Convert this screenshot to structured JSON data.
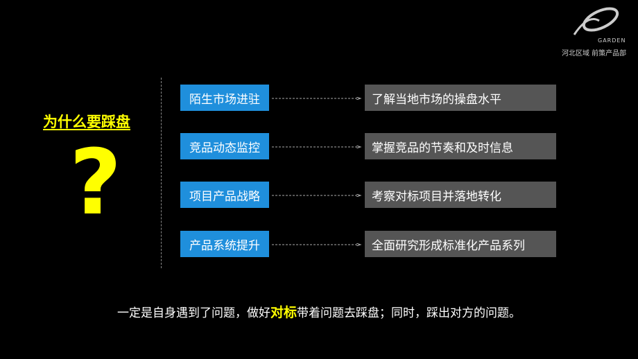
{
  "logo": {
    "brand": "GARDEN",
    "dept": "河北区域 前策产品部"
  },
  "question": {
    "title": "为什么要踩盘",
    "mark": "?"
  },
  "rows": [
    {
      "label": "陌生市场进驻",
      "desc": "了解当地市场的操盘水平"
    },
    {
      "label": "竞品动态监控",
      "desc": "掌握竞品的节奏和及时信息"
    },
    {
      "label": "项目产品战略",
      "desc": "考察对标项目并落地转化"
    },
    {
      "label": "产品系统提升",
      "desc": "全面研究形成标准化产品系列"
    }
  ],
  "conclusion": {
    "before": "一定是自身遇到了问题，做好",
    "highlight": "对标",
    "after": "带着问题去踩盘；同时，踩出对方的问题。"
  },
  "colors": {
    "accent": "#ffff00",
    "box_blue": "#1f8fdc",
    "box_gray": "#555555",
    "background": "#000000"
  }
}
